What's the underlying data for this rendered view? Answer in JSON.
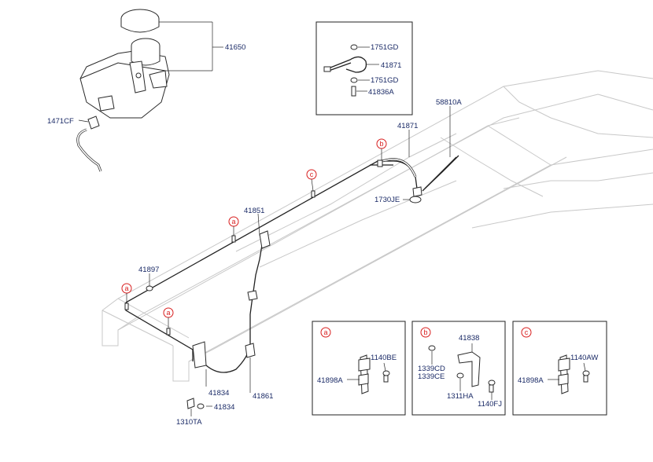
{
  "labels": {
    "reservoir": "41650",
    "clamp_top": "1471CF",
    "detail_nut_a": "1751GD",
    "detail_hose": "41871",
    "detail_nut_b": "1751GD",
    "detail_bolt": "41836A",
    "bracket_right": "58810A",
    "hose_main": "41871",
    "grommet": "1730JE",
    "pipe": "41851",
    "clip": "41897",
    "cyl_a": "41834",
    "cyl_hose": "41861",
    "cyl_b": "41834",
    "nut_bottom": "1310TA"
  },
  "callouts": {
    "a": "a",
    "b": "b",
    "c": "c"
  },
  "detail_a": {
    "ref": "a",
    "bracket": "41898A",
    "bolt": "1140BE"
  },
  "detail_b": {
    "ref": "b",
    "bracket": "41838",
    "nut_1": "1339CD",
    "nut_2": "1339CE",
    "washer": "1311HA",
    "bolt": "1140FJ"
  },
  "detail_c": {
    "ref": "c",
    "bracket": "41898A",
    "bolt": "1140AW"
  }
}
